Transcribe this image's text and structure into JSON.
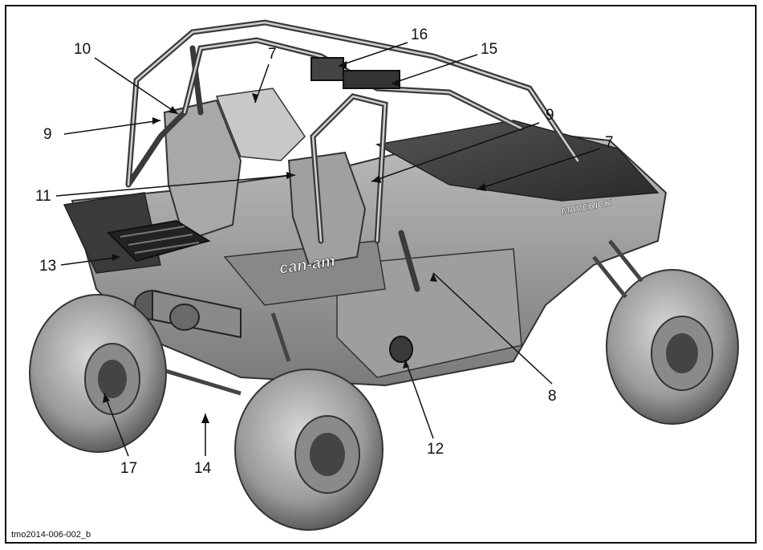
{
  "figure_id": "tmo2014-006-002_b",
  "vehicle_branding": {
    "body_logo": "can-am",
    "hood_logo": "MAVERICK"
  },
  "callouts": [
    "10",
    "7",
    "16",
    "15",
    "9",
    "9",
    "7",
    "11",
    "13",
    "8",
    "12",
    "14",
    "17"
  ]
}
